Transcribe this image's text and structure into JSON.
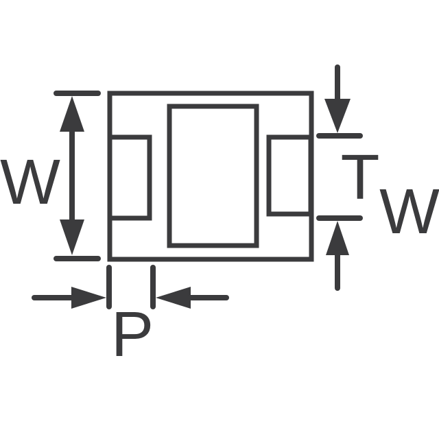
{
  "diagram": {
    "kind": "component-package-dimension-drawing",
    "colors": {
      "ink": "#3b3b3d",
      "background": "#ffffff"
    },
    "labels": {
      "body_width": "W",
      "terminal_thickness": "T",
      "terminal_width": "W",
      "pitch": "P"
    }
  }
}
